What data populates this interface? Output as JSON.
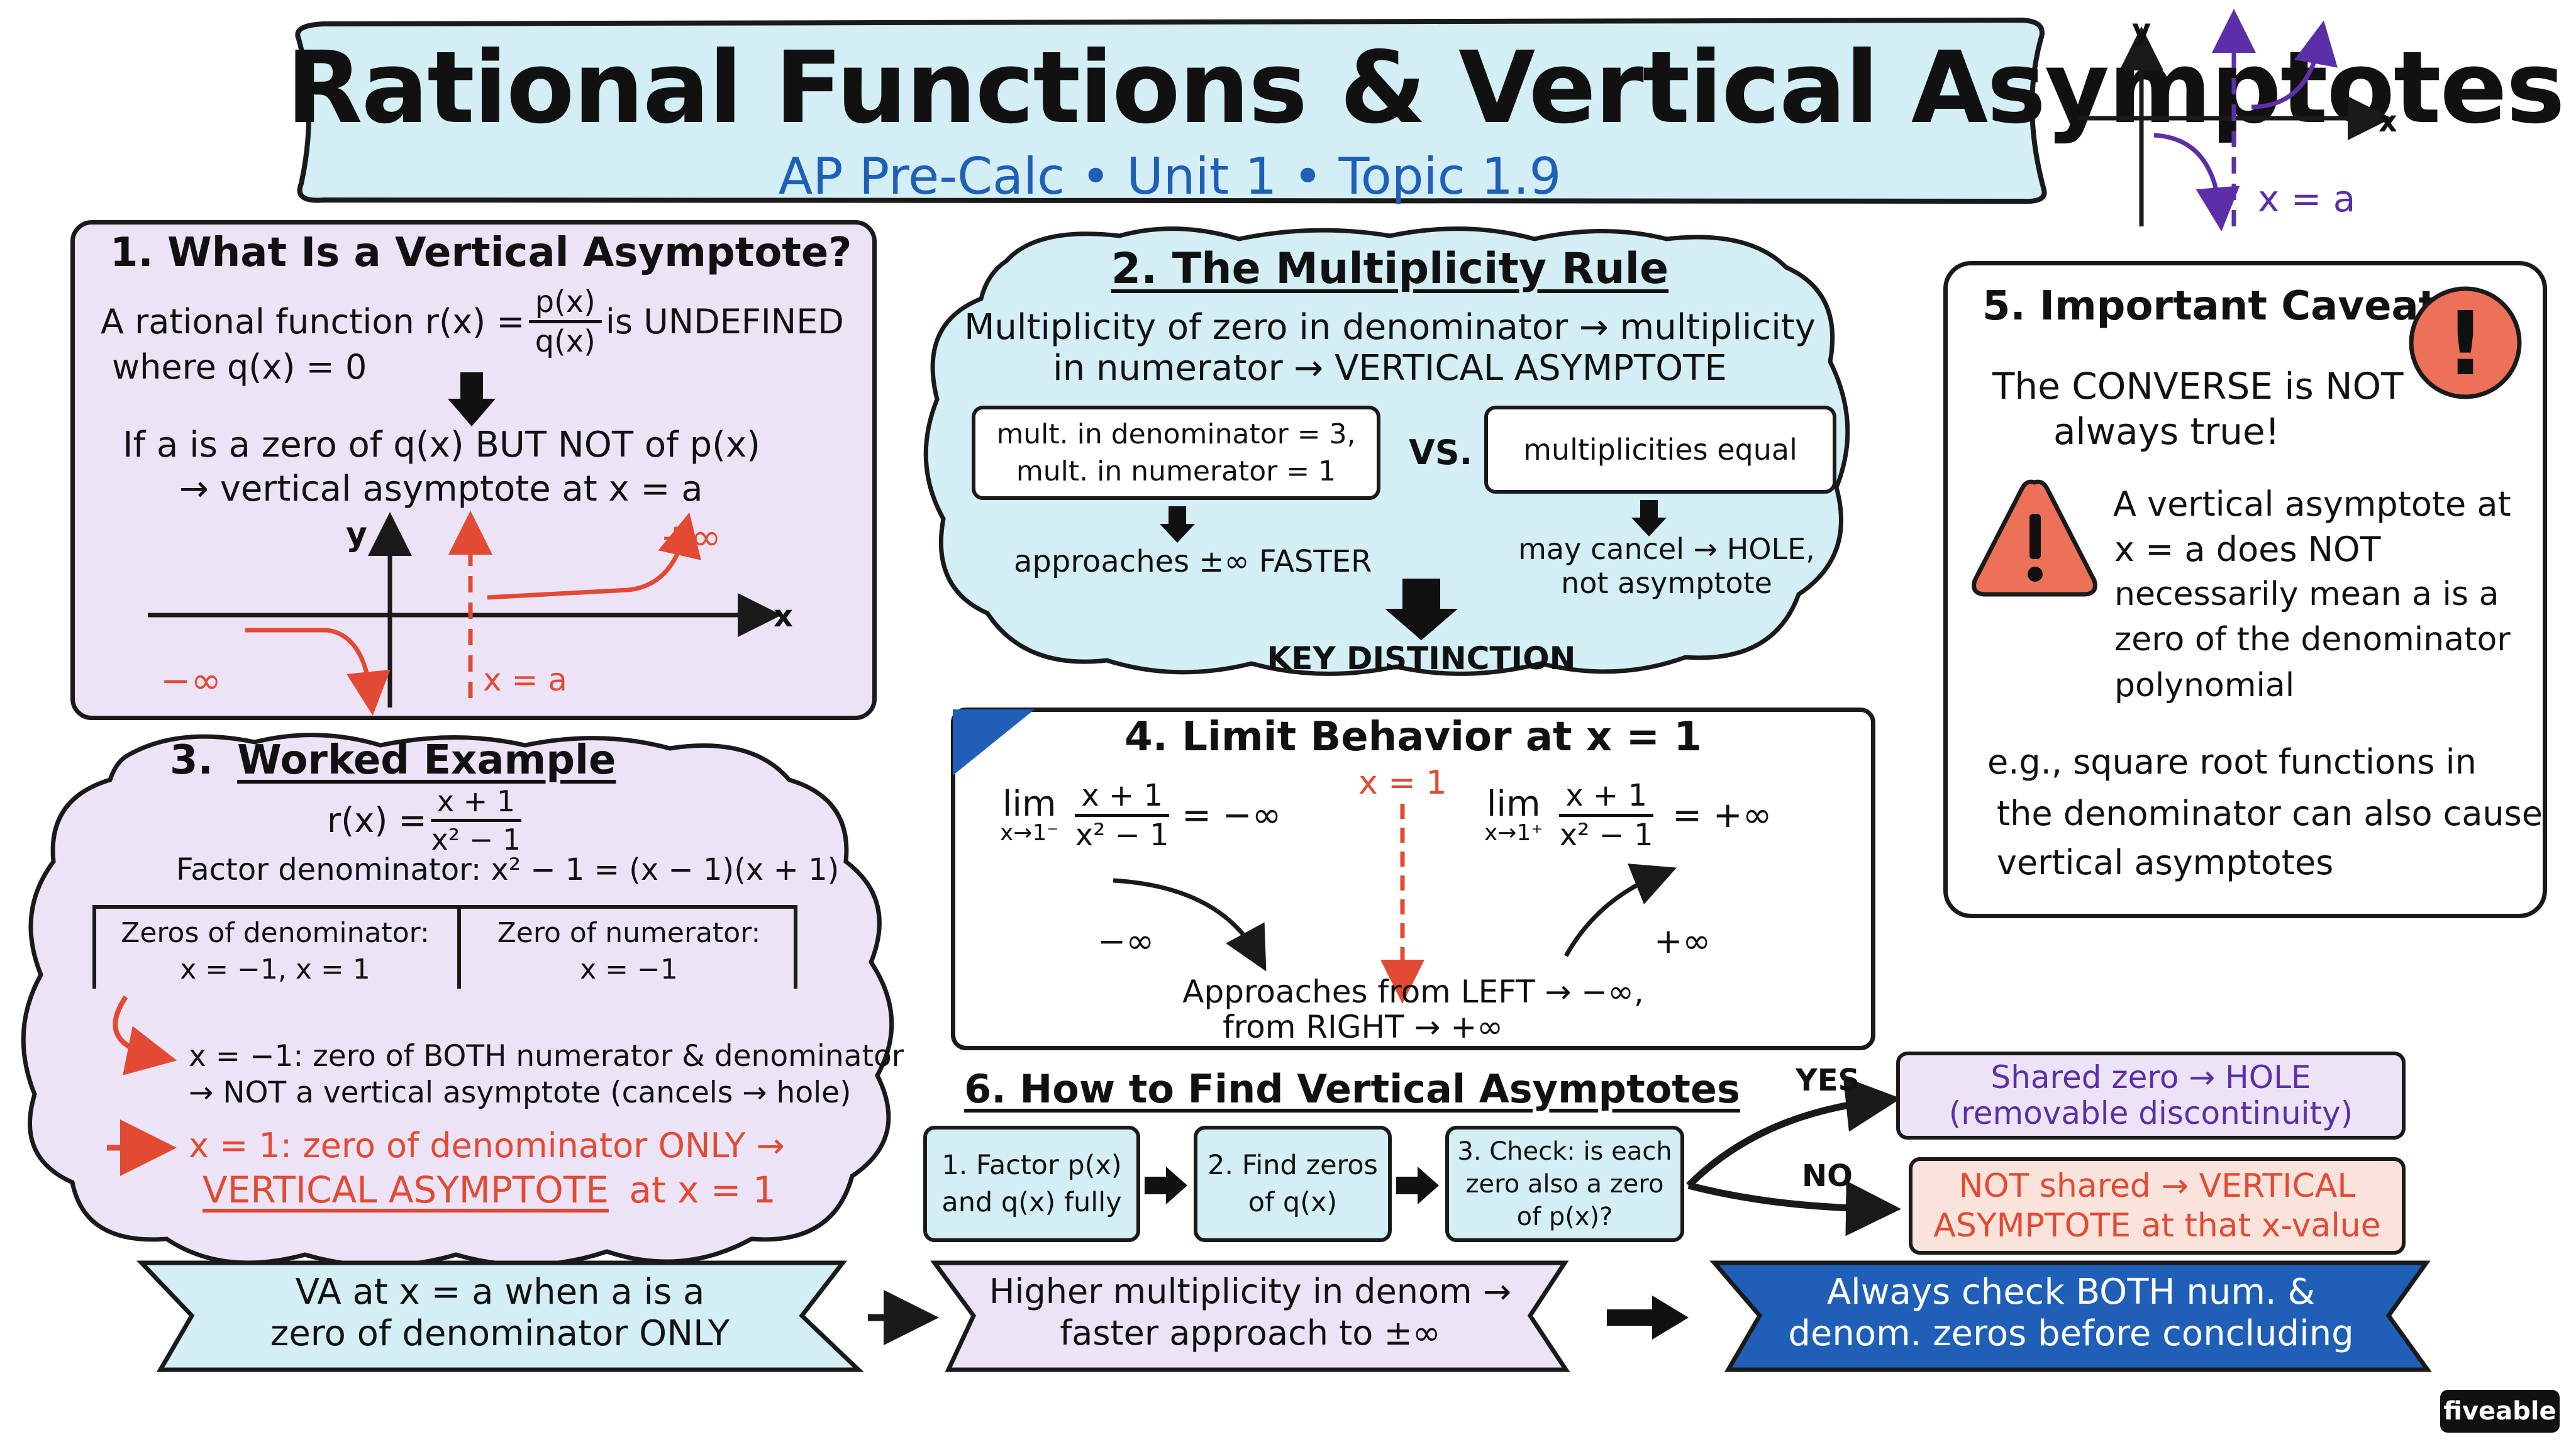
{
  "header": {
    "title": "Rational Functions & Vertical Asymptotes",
    "subtitle": "AP Pre-Calc • Unit 1 • Topic 1.9",
    "corner_x_label": "x",
    "corner_y_label": "y",
    "corner_asymptote_label": "x = a"
  },
  "section1": {
    "title": "1. What Is a Vertical Asymptote?",
    "line1_a": "A rational function r(x) =",
    "frac_num": "p(x)",
    "frac_den": "q(x)",
    "line1_b": "is UNDEFINED",
    "line2": "where q(x) = 0",
    "line3": "If a is a zero of q(x) BUT NOT of p(x)",
    "line4": "→ vertical asymptote at x = a",
    "graph_y": "y",
    "graph_x": "x",
    "graph_pos_inf": "+∞",
    "graph_neg_inf": "−∞",
    "graph_asym": "x = a"
  },
  "section2": {
    "title": "2. The Multiplicity Rule",
    "line1": "Multiplicity of zero in denominator → multiplicity",
    "line2": "in numerator → VERTICAL ASYMPTOTE",
    "box_left_1": "mult. in denominator = 3,",
    "box_left_2": "mult. in numerator = 1",
    "vs": "VS.",
    "box_right": "multiplicities equal",
    "left_result": "approaches ±∞ FASTER",
    "right_result_1": "may cancel → HOLE,",
    "right_result_2": "not asymptote",
    "key": "KEY DISTINCTION"
  },
  "section3": {
    "title_num": "3.",
    "title": "Worked Example",
    "func_lhs": "r(x) =",
    "func_num": "x + 1",
    "func_den": "x² − 1",
    "factor": "Factor denominator: x² − 1 = (x − 1)(x + 1)",
    "col1_head": "Zeros of denominator:",
    "col1_val": "x = −1, x = 1",
    "col2_head": "Zero of numerator:",
    "col2_val": "x = −1",
    "note1_a": "x = −1: zero of BOTH numerator & denominator",
    "note1_b": "→ NOT a vertical asymptote (cancels → hole)",
    "note2_a": "x = 1: zero of denominator ONLY →",
    "note2_b_1": "VERTICAL ASYMPTOTE",
    "note2_b_2": "at x = 1"
  },
  "section4": {
    "title": "4. Limit Behavior at x = 1",
    "center_label": "x = 1",
    "lim": "lim",
    "left_sub": "x→1⁻",
    "right_sub": "x→1⁺",
    "num": "x + 1",
    "den": "x² − 1",
    "left_val": "= −∞",
    "right_val": "= +∞",
    "neg_inf": "−∞",
    "pos_inf": "+∞",
    "approach_1": "Approaches from LEFT → −∞,",
    "approach_2": "from RIGHT → +∞"
  },
  "section5": {
    "title": "5. Important Caveat",
    "exclaim": "!",
    "line1": "The CONVERSE is NOT",
    "line2": "always true!",
    "warn_1": "A vertical asymptote at",
    "warn_2": "x = a does NOT",
    "warn_3": "necessarily mean a is a",
    "warn_4": "zero of the denominator",
    "warn_5": "polynomial",
    "eg_1": "e.g., square root functions in",
    "eg_2": "the denominator can also cause",
    "eg_3": "vertical asymptotes"
  },
  "section6": {
    "title": "6. How to Find Vertical Asymptotes",
    "step1_1": "1. Factor p(x)",
    "step1_2": "and q(x) fully",
    "step2_1": "2. Find zeros",
    "step2_2": "of q(x)",
    "step3_1": "3. Check: is each",
    "step3_2": "zero also a zero",
    "step3_3": "of p(x)?",
    "yes": "YES",
    "no": "NO",
    "yes_1": "Shared zero → HOLE",
    "yes_2": "(removable discontinuity)",
    "no_1": "NOT shared → VERTICAL",
    "no_2": "ASYMPTOTE at that x-value"
  },
  "footer": {
    "banner1_1": "VA at x = a when a is a",
    "banner1_2": "zero of denominator ONLY",
    "banner2_1": "Higher multiplicity in denom →",
    "banner2_2": "faster approach to ±∞",
    "banner3_1": "Always check BOTH num. &",
    "banner3_2": "denom. zeros before concluding",
    "brand": "fiveable"
  },
  "colors": {
    "light_blue": "#d3eef4",
    "lavender": "#ece4f6",
    "red": "#e24a33",
    "purple": "#5b2fa8",
    "blue": "#1f5fb8",
    "peach": "#fbe3dc",
    "dark_blue": "#1f5fb8"
  }
}
